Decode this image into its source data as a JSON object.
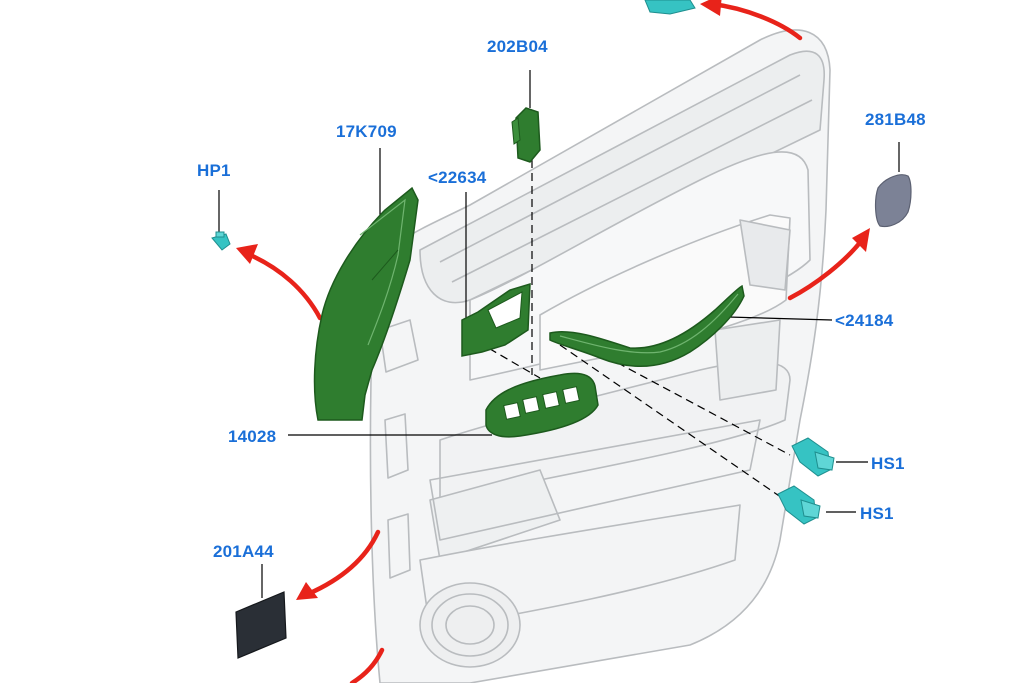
{
  "colors": {
    "label": "#1a6fd8",
    "part_green": "#2f7d2f",
    "part_green_dark": "#1d5a1d",
    "fastener_cyan": "#36c3c3",
    "arrow_red": "#e8231a",
    "door_outline": "#b9bcbf",
    "cover_grey": "#7c8296",
    "panel_dark": "#2a2f36"
  },
  "labels": {
    "hp1": "HP1",
    "p17k709": "17K709",
    "p22634": "<22634",
    "p202b04": "202B04",
    "p281b48": "281B48",
    "p24184": "<24184",
    "p14028": "14028",
    "hs1_upper": "HS1",
    "hs1_lower": "HS1",
    "p201a44": "201A44"
  }
}
